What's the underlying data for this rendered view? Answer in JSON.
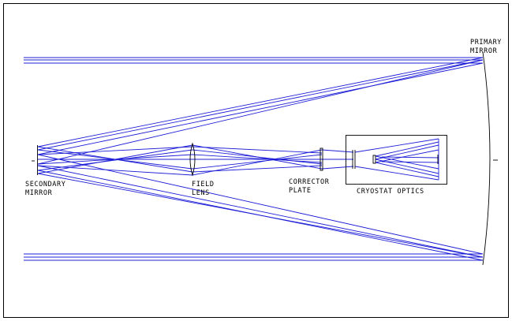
{
  "labels": {
    "primary_mirror": [
      "PRIMARY",
      "MIRROR"
    ],
    "secondary_mirror": [
      "SECONDARY",
      "MIRROR"
    ],
    "field_lens": [
      "FIELD",
      "LENS"
    ],
    "corrector_plate": [
      "CORRECTOR",
      "PLATE"
    ],
    "cryostat_optics": "CRYOSTAT OPTICS"
  },
  "colors": {
    "ray": "#1f1fd8",
    "optic": "#000000",
    "frame": "#000000",
    "background": "#ffffff"
  }
}
